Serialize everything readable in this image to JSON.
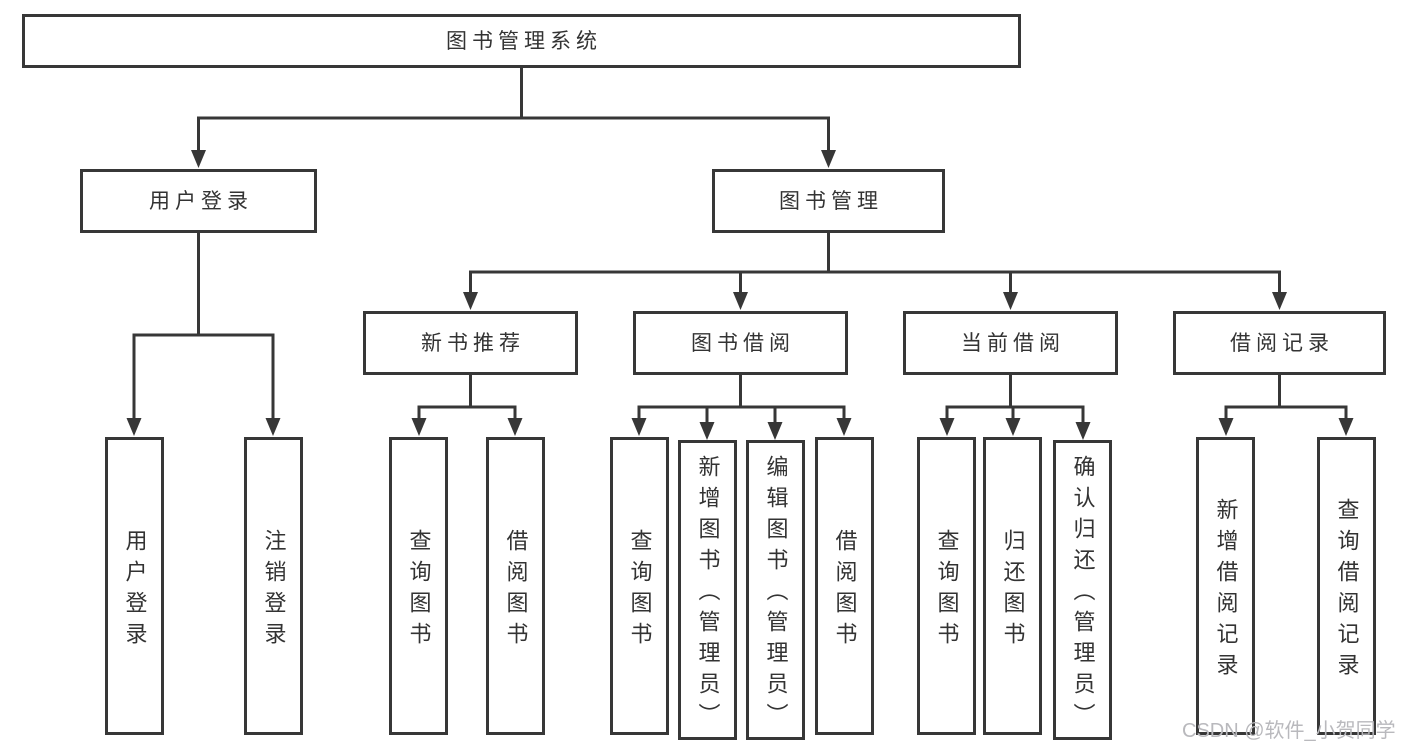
{
  "tree": {
    "label": "图书管理系统",
    "children": [
      {
        "label": "用户登录",
        "children": [
          {
            "label": "用户登录"
          },
          {
            "label": "注销登录"
          }
        ]
      },
      {
        "label": "图书管理",
        "children": [
          {
            "label": "新书推荐",
            "children": [
              {
                "label": "查询图书"
              },
              {
                "label": "借阅图书"
              }
            ]
          },
          {
            "label": "图书借阅",
            "children": [
              {
                "label": "查询图书"
              },
              {
                "label": "新增图书（管理员）"
              },
              {
                "label": "编辑图书（管理员）"
              },
              {
                "label": "借阅图书"
              }
            ]
          },
          {
            "label": "当前借阅",
            "children": [
              {
                "label": "查询图书"
              },
              {
                "label": "归还图书"
              },
              {
                "label": "确认归还（管理员）"
              }
            ]
          },
          {
            "label": "借阅记录",
            "children": [
              {
                "label": "新增借阅记录"
              },
              {
                "label": "查询借阅记录"
              }
            ]
          }
        ]
      }
    ]
  },
  "watermark": "CSDN @软件_小贺同学",
  "colors": {
    "line": "#373737",
    "text": "#333333",
    "watermark": "#b9b9bd",
    "background": "#ffffff"
  }
}
